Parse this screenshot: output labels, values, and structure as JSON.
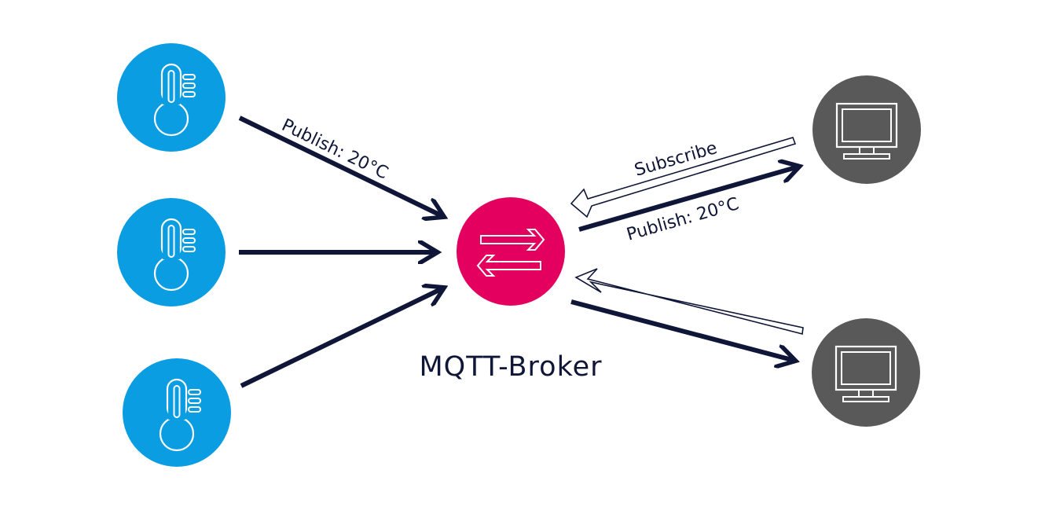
{
  "diagram": {
    "broker_label": "MQTT-Broker",
    "publish_label_left": "Publish: 20°C",
    "subscribe_label": "Subscribe",
    "publish_label_right": "Publish: 20°C"
  },
  "colors": {
    "sensor_blue": "#0a9de2",
    "broker_pink": "#e4005f",
    "client_gray": "#595959",
    "arrow_navy": "#0f1638",
    "icon_white": "#ffffff"
  },
  "icons": {
    "sensor": "thermometer-icon",
    "broker": "bidirectional-arrows-icon",
    "client": "monitor-icon"
  }
}
